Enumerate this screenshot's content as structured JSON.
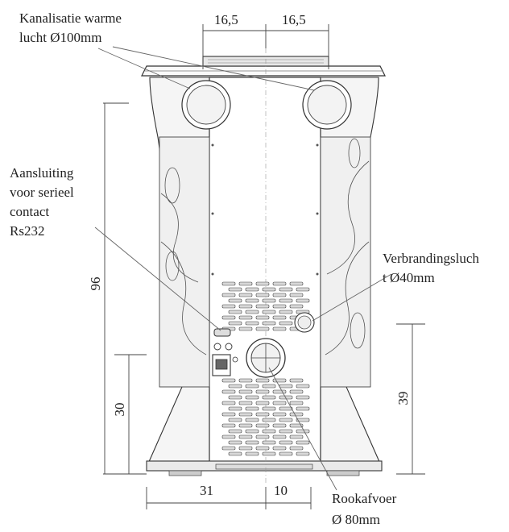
{
  "labels": {
    "warm_air_l1": "Kanalisatie warme",
    "warm_air_l2": "lucht Ø100mm",
    "serial_l1": "Aansluiting",
    "serial_l2": "voor serieel",
    "serial_l3": "contact",
    "serial_l4": "Rs232",
    "combustion_l1": "Verbrandingsluch",
    "combustion_l2": "t Ø40mm",
    "flue_l1": "Rookafvoer",
    "flue_l2": "Ø 80mm"
  },
  "dimensions": {
    "top_left": "16,5",
    "top_right": "16,5",
    "height_total": "96",
    "height_flue": "30",
    "height_combustion": "39",
    "bottom_left": "31",
    "bottom_right": "10"
  },
  "colors": {
    "line": "#333333",
    "text": "#222222",
    "dim": "#555555"
  }
}
